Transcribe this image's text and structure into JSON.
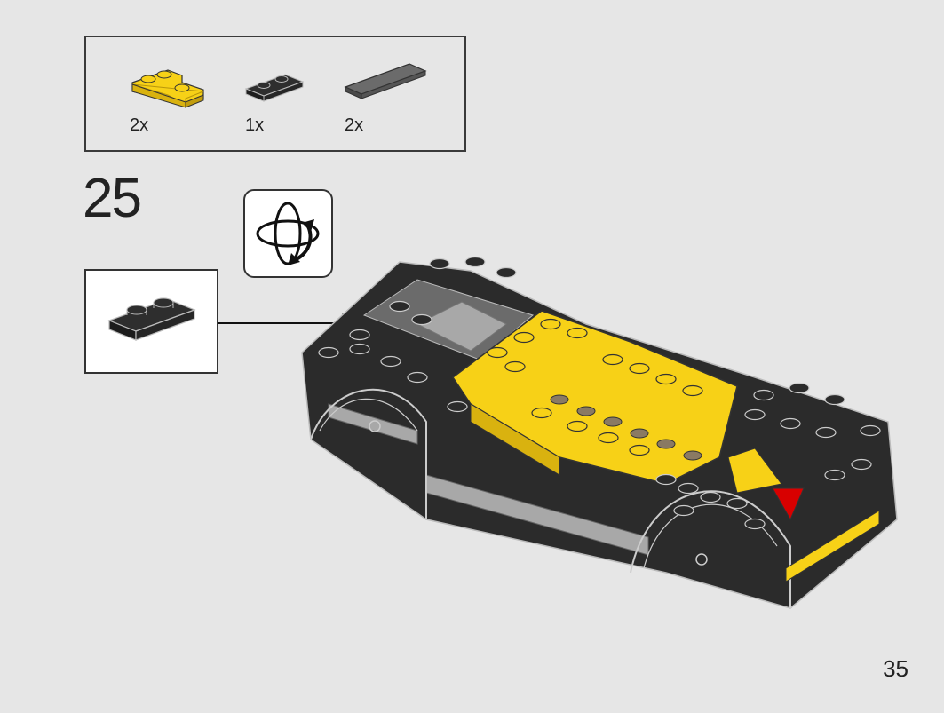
{
  "parts_list": {
    "items": [
      {
        "color": "yellow",
        "quantity": "2x",
        "icon": "yellow-corner-plate-icon"
      },
      {
        "color": "black",
        "quantity": "1x",
        "icon": "black-plate-1x2-icon"
      },
      {
        "color": "dark-grey",
        "quantity": "2x",
        "icon": "grey-tile-icon"
      }
    ]
  },
  "step": {
    "number": "25"
  },
  "rotate_icon": "rotate-model-icon",
  "callout_part": "black-plate-1x2-icon",
  "colors": {
    "background": "#e6e6e6",
    "yellow": "#f7d117",
    "black": "#2b2b2b",
    "grey": "#6b6b6b",
    "light_grey": "#a8a8a8",
    "red": "#d80000",
    "tan": "#8a7a63"
  },
  "page": {
    "number": "35"
  }
}
